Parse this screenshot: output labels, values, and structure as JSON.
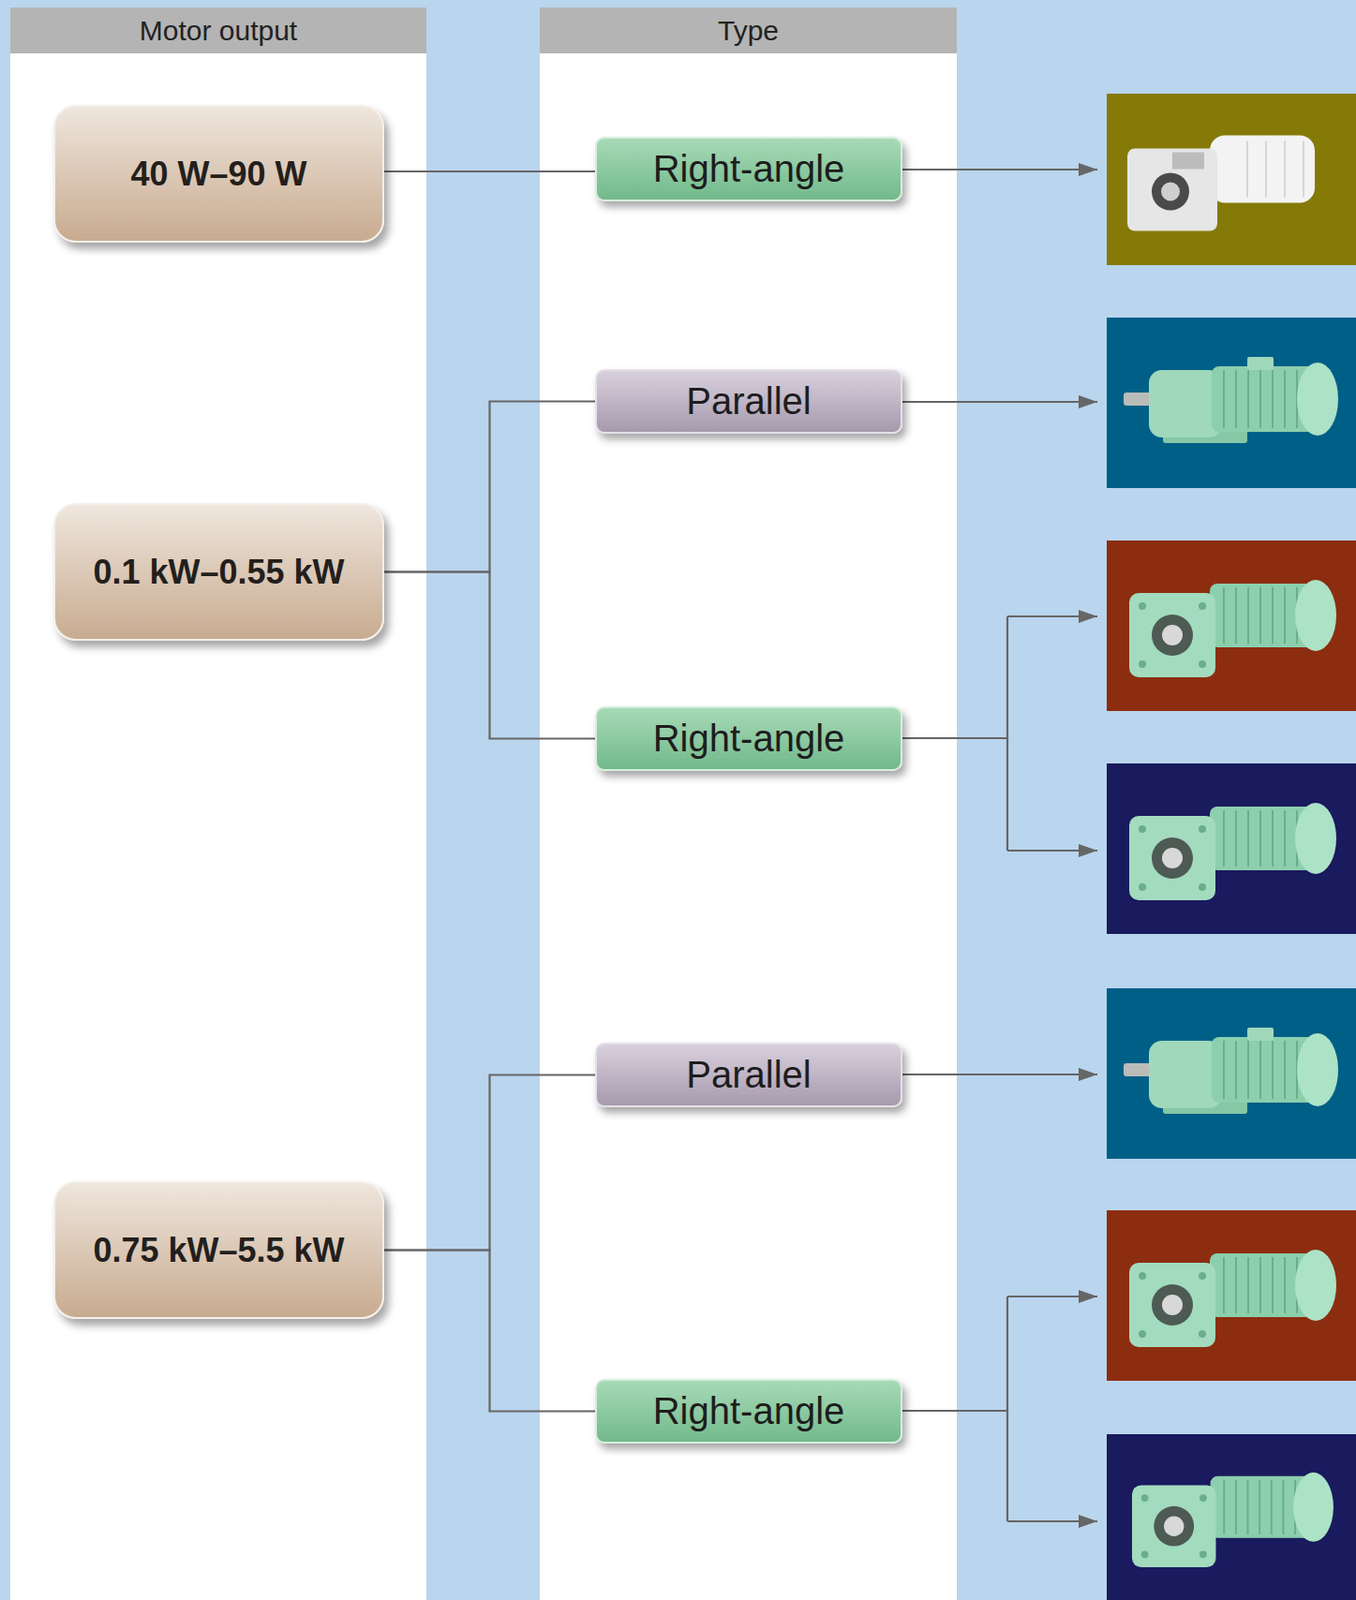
{
  "diagram": {
    "nodes": [
      {
        "text": [
          "Motor output"
        ]
      },
      {
        "text": [
          "Type"
        ]
      },
      {
        "text": [
          "40 W–90 W"
        ]
      },
      {
        "text": [
          "Right-angle"
        ]
      },
      {
        "text": [
          "0.1 kW–0.55 kW"
        ]
      },
      {
        "text": [
          "Parallel"
        ]
      },
      {
        "text": [
          "Right-angle"
        ]
      },
      {
        "text": [
          "0.75 kW–5.5 kW"
        ]
      },
      {
        "text": [
          "Parallel"
        ]
      },
      {
        "text": [
          "Right-angle"
        ]
      }
    ],
    "edges": [
      {
        "from": 2,
        "to": 3,
        "arrow": "none"
      },
      {
        "from": 4,
        "to": 5,
        "arrow": "none"
      },
      {
        "from": 4,
        "to": 6,
        "arrow": "none"
      },
      {
        "from": 7,
        "to": 8,
        "arrow": "none"
      },
      {
        "from": 7,
        "to": 9,
        "arrow": "none"
      }
    ]
  }
}
